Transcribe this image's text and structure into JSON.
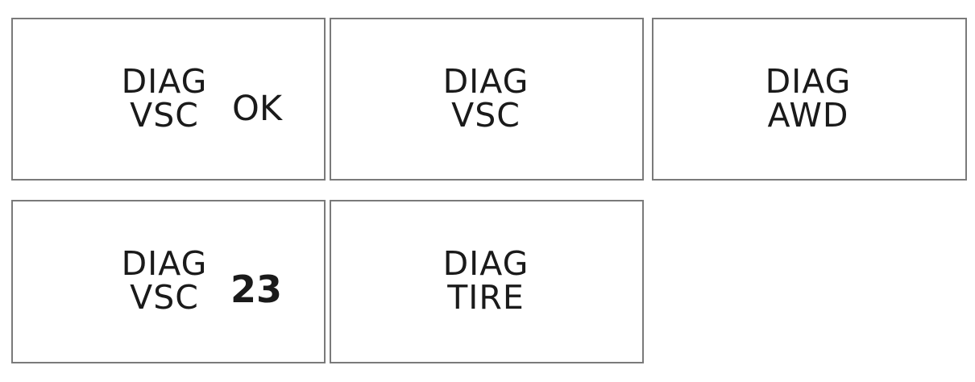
{
  "panels": [
    {
      "line1": "DIAG",
      "line2": "VSC",
      "value": "OK"
    },
    {
      "line1": "DIAG",
      "line2": "VSC"
    },
    {
      "line1": "DIAG",
      "line2": "AWD"
    },
    {
      "line1": "DIAG",
      "line2": "VSC",
      "value": "23"
    },
    {
      "line1": "DIAG",
      "line2": "TIRE"
    }
  ]
}
